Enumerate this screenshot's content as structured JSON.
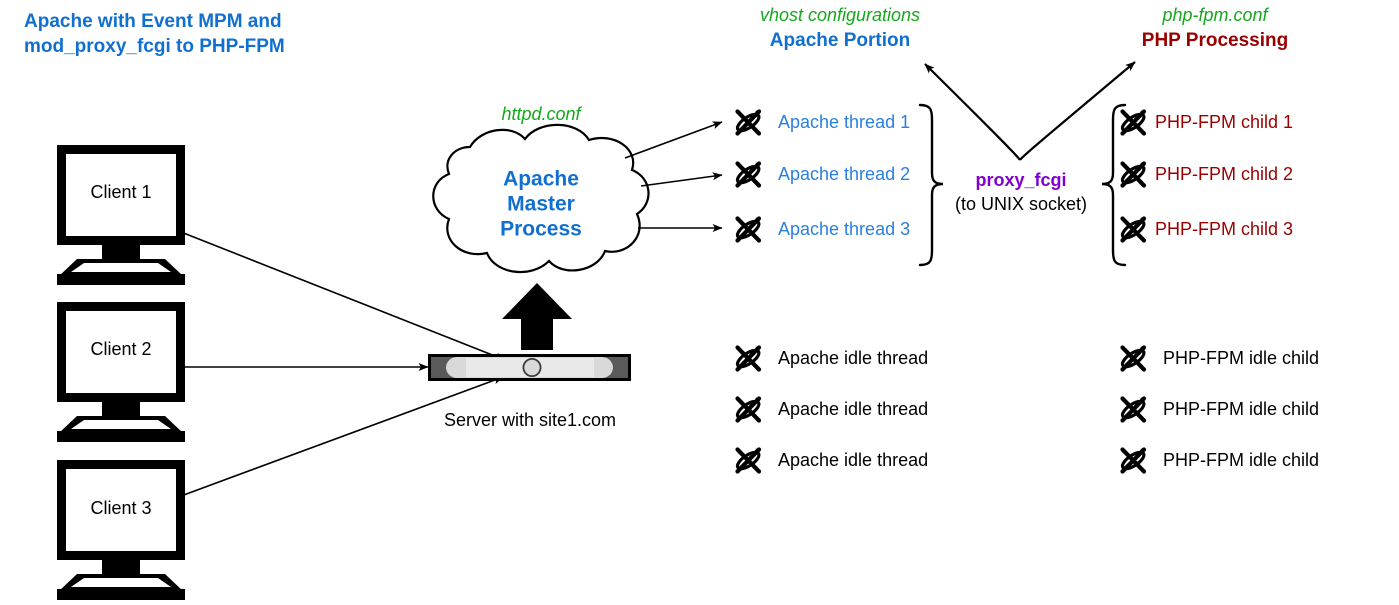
{
  "title": {
    "line1": "Apache with Event MPM and",
    "line2": "mod_proxy_fcgi to PHP-FPM",
    "color": "#1170cf"
  },
  "sections": {
    "apache_portion": {
      "config_label": "vhost configurations",
      "heading": "Apache Portion",
      "config_color": "#16a81c",
      "heading_color": "#1170cf"
    },
    "php_processing": {
      "config_label": "php-fpm.conf",
      "heading": "PHP Processing",
      "config_color": "#16a81c",
      "heading_color": "#990000"
    }
  },
  "clients": [
    {
      "label": "Client 1"
    },
    {
      "label": "Client 2"
    },
    {
      "label": "Client 3"
    }
  ],
  "server": {
    "caption": "Server with site1.com"
  },
  "cloud": {
    "config_label": "httpd.conf",
    "line1": "Apache",
    "line2": "Master",
    "line3": "Process",
    "text_color": "#1170cf"
  },
  "apache_threads": [
    {
      "label": "Apache thread 1",
      "icon": "thread-spool-icon"
    },
    {
      "label": "Apache thread 2",
      "icon": "thread-spool-icon"
    },
    {
      "label": "Apache thread 3",
      "icon": "thread-spool-icon"
    }
  ],
  "php_children": [
    {
      "label": "PHP-FPM child 1",
      "icon": "thread-spool-icon"
    },
    {
      "label": "PHP-FPM child 2",
      "icon": "thread-spool-icon"
    },
    {
      "label": "PHP-FPM child 3",
      "icon": "thread-spool-icon"
    }
  ],
  "apache_idle_threads": [
    {
      "label": "Apache idle thread",
      "icon": "thread-spool-icon"
    },
    {
      "label": "Apache idle thread",
      "icon": "thread-spool-icon"
    },
    {
      "label": "Apache idle thread",
      "icon": "thread-spool-icon"
    }
  ],
  "php_idle_children": [
    {
      "label": "PHP-FPM idle child",
      "icon": "thread-spool-icon"
    },
    {
      "label": "PHP-FPM idle child",
      "icon": "thread-spool-icon"
    },
    {
      "label": "PHP-FPM idle child",
      "icon": "thread-spool-icon"
    }
  ],
  "connector": {
    "name": "proxy_fcgi",
    "detail": "(to UNIX socket)",
    "name_color": "#8000d0"
  }
}
